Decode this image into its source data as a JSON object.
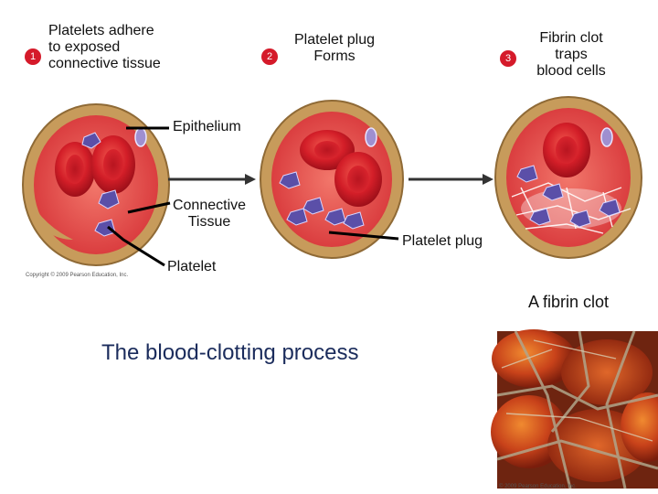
{
  "steps": [
    {
      "number": "1",
      "text_lines": [
        "Platelets adhere",
        "to exposed",
        "connective tissue"
      ]
    },
    {
      "number": "2",
      "text_lines": [
        "Platelet plug",
        "Forms"
      ]
    },
    {
      "number": "3",
      "text_lines": [
        "Fibrin clot",
        "traps",
        "blood cells"
      ]
    }
  ],
  "callouts": {
    "epithelium": "Epithelium",
    "connective_tissue_lines": [
      "Connective",
      "Tissue"
    ],
    "platelet_plug": "Platelet plug",
    "platelet": "Platelet"
  },
  "copyright": "Copyright © 2009 Pearson Education, Inc.",
  "title": "The blood-clotting process",
  "photo_caption": "A fibrin clot",
  "photo_credit": "© 2009 Pearson Education, Inc.",
  "colors": {
    "badge": "#d51a2a",
    "vessel_wall": "#c79b5b",
    "vessel_lumen": "#e8504f",
    "red_cell": "#d9202a",
    "platelet": "#5b4fa8",
    "title": "#1b2c5c"
  }
}
